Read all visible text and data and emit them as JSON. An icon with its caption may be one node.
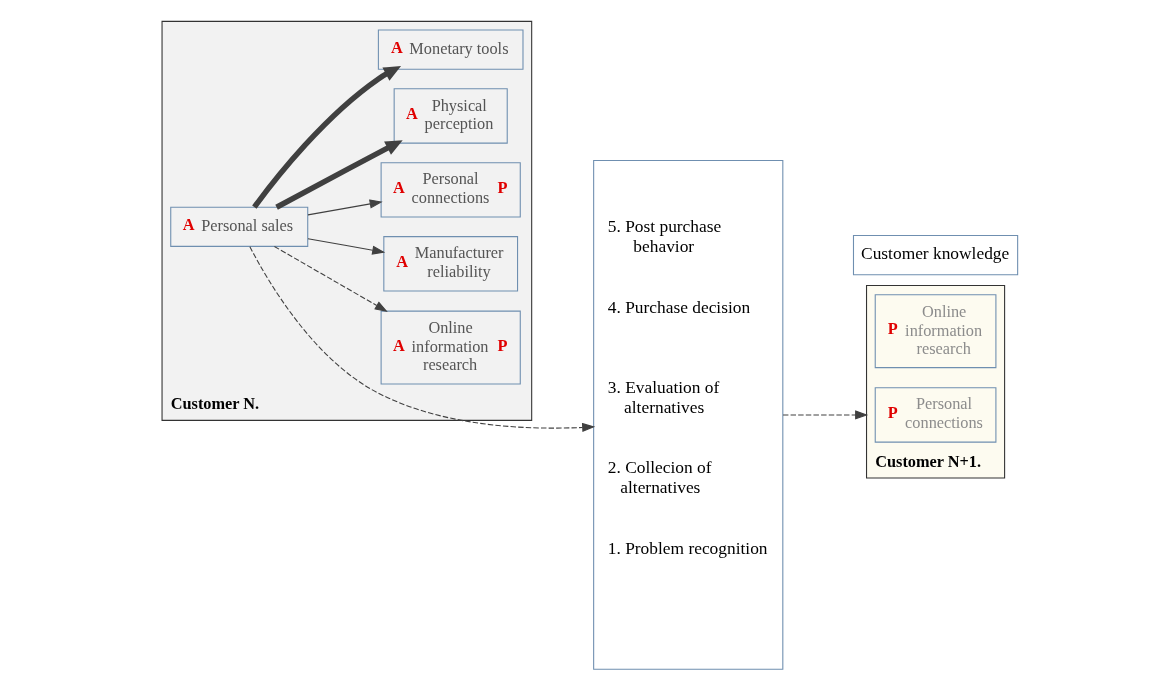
{
  "diagram": {
    "nodes": [
      {
        "text": [
          "Customer N."
        ]
      },
      {
        "text": [
          "A",
          "Personal sales"
        ],
        "in": 0
      },
      {
        "text": [
          "A",
          "Monetary tools"
        ],
        "in": 0
      },
      {
        "text": [
          "A",
          "Physical perception"
        ],
        "in": 0
      },
      {
        "text": [
          "A",
          "Personal connections",
          "P"
        ],
        "in": 0
      },
      {
        "text": [
          "A",
          "Manufacturer reliability"
        ],
        "in": 0
      },
      {
        "text": [
          "A",
          "Online information research",
          "P"
        ],
        "in": 0
      },
      {
        "text": [
          "5. Post purchase behavior",
          "4. Purchase decision",
          "3. Evaluation of alternatives",
          "2. Collecion of alternatives",
          "1. Problem recognition"
        ]
      },
      {
        "text": [
          "Customer N+1."
        ]
      },
      {
        "text": [
          "P",
          "Personal connections"
        ],
        "in": 8
      },
      {
        "text": [
          "P",
          "Online information research"
        ],
        "in": 8
      },
      {
        "text": [
          "Customer knowledge"
        ]
      }
    ],
    "edges": [
      {
        "from": 1,
        "to": 2,
        "arrow": "to",
        "style": "thick"
      },
      {
        "from": 1,
        "to": 3,
        "arrow": "to",
        "style": "thick"
      },
      {
        "from": 1,
        "to": 4,
        "arrow": "to"
      },
      {
        "from": 1,
        "to": 5,
        "arrow": "to"
      },
      {
        "from": 1,
        "to": 6,
        "arrow": "to",
        "style": "dashed"
      },
      {
        "from": 1,
        "to": 7,
        "arrow": "to",
        "style": "dashed"
      },
      {
        "from": 7,
        "to": 8,
        "arrow": "to",
        "style": "dashed"
      }
    ]
  }
}
